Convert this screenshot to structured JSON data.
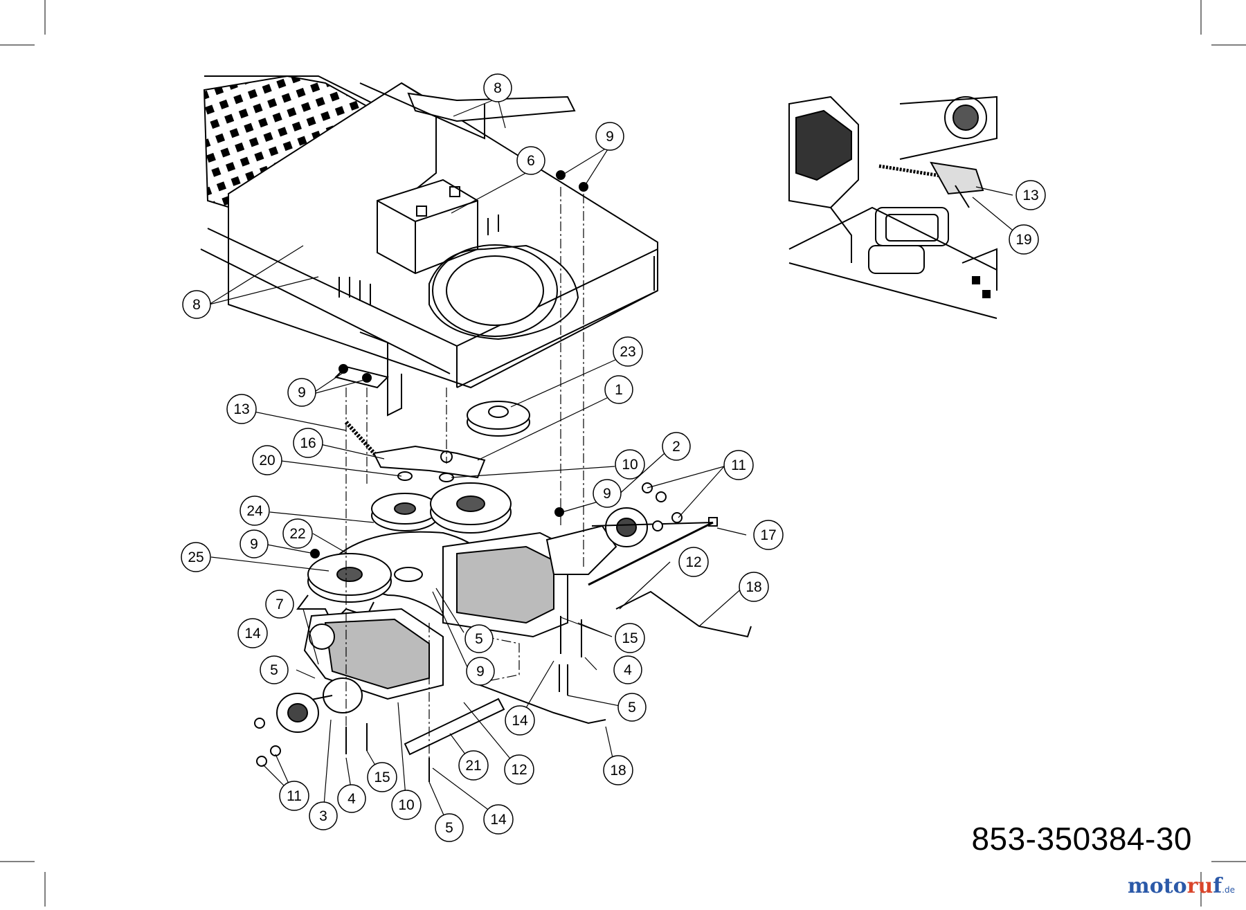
{
  "document": {
    "part_number": "853-350384-30",
    "watermark": {
      "a": "moto",
      "b": "ru",
      "c": "f",
      "suffix": ".de"
    }
  },
  "callouts": {
    "c8a": "8",
    "c9a": "9",
    "c6": "6",
    "c8b": "8",
    "c23": "23",
    "c1": "1",
    "c9b": "9",
    "c13a": "13",
    "c16": "16",
    "c20": "20",
    "c10a": "10",
    "c2": "2",
    "c11a": "11",
    "c24": "24",
    "c9c": "9",
    "c22": "22",
    "c17": "17",
    "c9d": "9",
    "c25": "25",
    "c12a": "12",
    "c18a": "18",
    "c7": "7",
    "c15a": "15",
    "c5a": "5",
    "c14a": "14",
    "c9e": "9",
    "c4a": "4",
    "c5b": "5",
    "c5c": "5",
    "c14b": "14",
    "c21": "21",
    "c12b": "12",
    "c18b": "18",
    "c15b": "15",
    "c11b": "11",
    "c4b": "4",
    "c10b": "10",
    "c3": "3",
    "c5d": "5",
    "c14c": "14",
    "c13b": "13",
    "c19": "19"
  }
}
